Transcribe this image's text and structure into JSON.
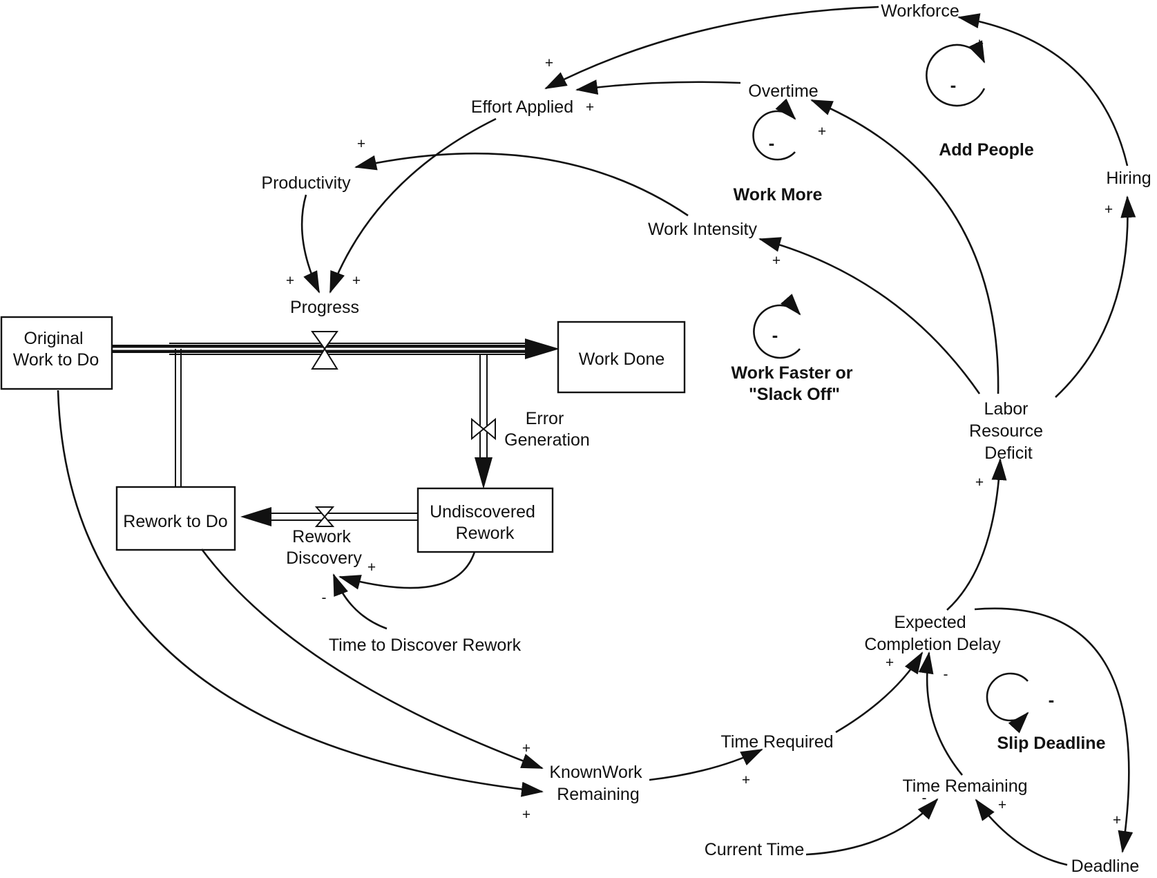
{
  "stocks": {
    "original_work": [
      "Original",
      "Work to Do"
    ],
    "work_done": [
      "Work Done"
    ],
    "rework_to_do": [
      "Rework to Do"
    ],
    "undiscovered_rework": [
      "Undiscovered",
      "Rework"
    ]
  },
  "flows": {
    "progress": [
      "Progress"
    ],
    "error_generation": [
      "Error",
      "Generation"
    ],
    "rework_discovery": [
      "Rework",
      "Discovery"
    ]
  },
  "variables": {
    "workforce": [
      "Workforce"
    ],
    "overtime": [
      "Overtime"
    ],
    "effort_applied": [
      "Effort Applied"
    ],
    "productivity": [
      "Productivity"
    ],
    "work_intensity": [
      "Work Intensity"
    ],
    "hiring": [
      "Hiring"
    ],
    "labor_resource_deficit": [
      "Labor",
      "Resource",
      "Deficit"
    ],
    "expected_completion_delay": [
      "Expected",
      "Completion Delay"
    ],
    "time_required": [
      "Time Required"
    ],
    "known_work_remaining": [
      "KnownWork",
      "Remaining"
    ],
    "time_remaining": [
      "Time Remaining"
    ],
    "current_time": [
      "Current Time"
    ],
    "deadline": [
      "Deadline"
    ],
    "time_to_discover_rework": [
      "Time to Discover Rework"
    ]
  },
  "loops": {
    "add_people": {
      "name": [
        "Add People"
      ],
      "sign": "-"
    },
    "work_more": {
      "name": [
        "Work More"
      ],
      "sign": "-"
    },
    "work_faster": {
      "name": [
        "Work Faster or",
        "\"Slack Off\""
      ],
      "sign": "-"
    },
    "slip_deadline": {
      "name": [
        "Slip Deadline"
      ],
      "sign": "-"
    }
  },
  "polarities": {
    "workforce_to_effort": "+",
    "overtime_to_effort": "+",
    "effort_to_progress": "+",
    "productivity_to_progress": "+",
    "intensity_to_productivity": "+",
    "deficit_to_overtime": "+",
    "deficit_to_intensity": "+",
    "deficit_to_hiring": "+",
    "hiring_to_workforce": "+",
    "delay_to_deficit": "+",
    "time_required_to_delay": "+",
    "time_remaining_to_delay": "-",
    "known_work_to_time_required": "+",
    "rework_to_known_work": "+",
    "original_to_known_work": "+",
    "current_time_to_time_remaining": "-",
    "deadline_to_time_remaining": "+",
    "delay_to_deadline": "+",
    "undiscovered_to_discovery": "+",
    "time_to_discover_to_discovery": "-"
  }
}
